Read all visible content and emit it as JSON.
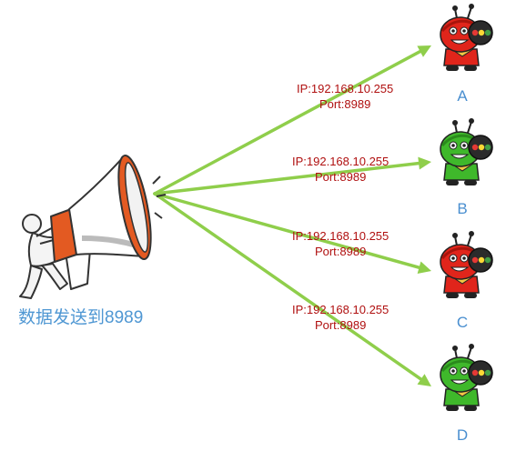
{
  "caption": "数据发送到8989",
  "broadcast_color": "#8fce4b",
  "receivers": [
    {
      "letter": "A",
      "ip": "IP:192.168.10.255",
      "port": "Port:8989",
      "status": "red"
    },
    {
      "letter": "B",
      "ip": "IP:192.168.10.255",
      "port": "Port:8989",
      "status": "green"
    },
    {
      "letter": "C",
      "ip": "IP:192.168.10.255",
      "port": "Port:8989",
      "status": "red"
    },
    {
      "letter": "D",
      "ip": "IP:192.168.10.255",
      "port": "Port:8989",
      "status": "green"
    }
  ],
  "colors": {
    "red_robot": "#e0251b",
    "green_robot": "#3fb82b",
    "megaphone_orange": "#e35a22",
    "label_text": "#b01010",
    "letter_text": "#4a8fd0"
  }
}
